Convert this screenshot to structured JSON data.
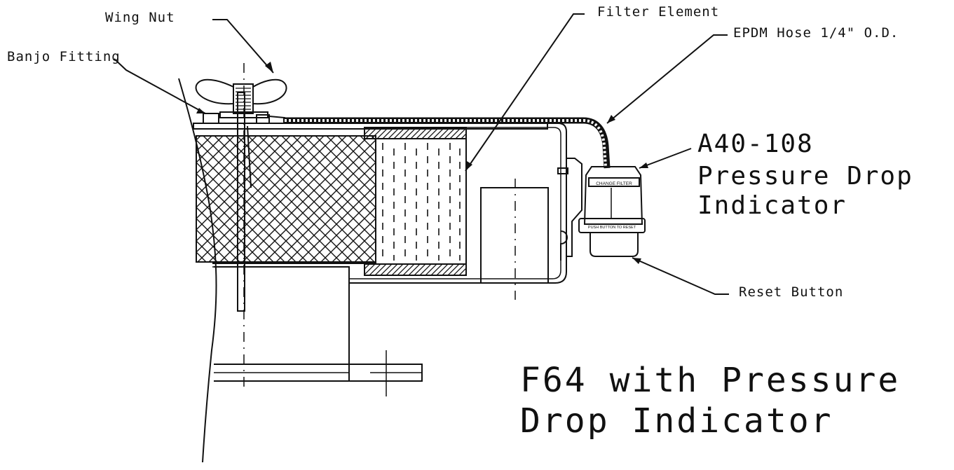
{
  "labels": {
    "wing_nut": "Wing Nut",
    "banjo_fitting": "Banjo Fitting",
    "filter_element": "Filter Element",
    "epdm_hose": "EPDM Hose 1/4\" O.D.",
    "indicator_part": "A40-108",
    "indicator_name_line1": "Pressure Drop",
    "indicator_name_line2": "Indicator",
    "reset_button": "Reset Button",
    "title_line1": "F64 with Pressure",
    "title_line2": "Drop Indicator"
  },
  "indicator_face": {
    "top_text": "CHANGE FILTER",
    "bottom_text": "PUSH BUTTON TO RESET"
  }
}
